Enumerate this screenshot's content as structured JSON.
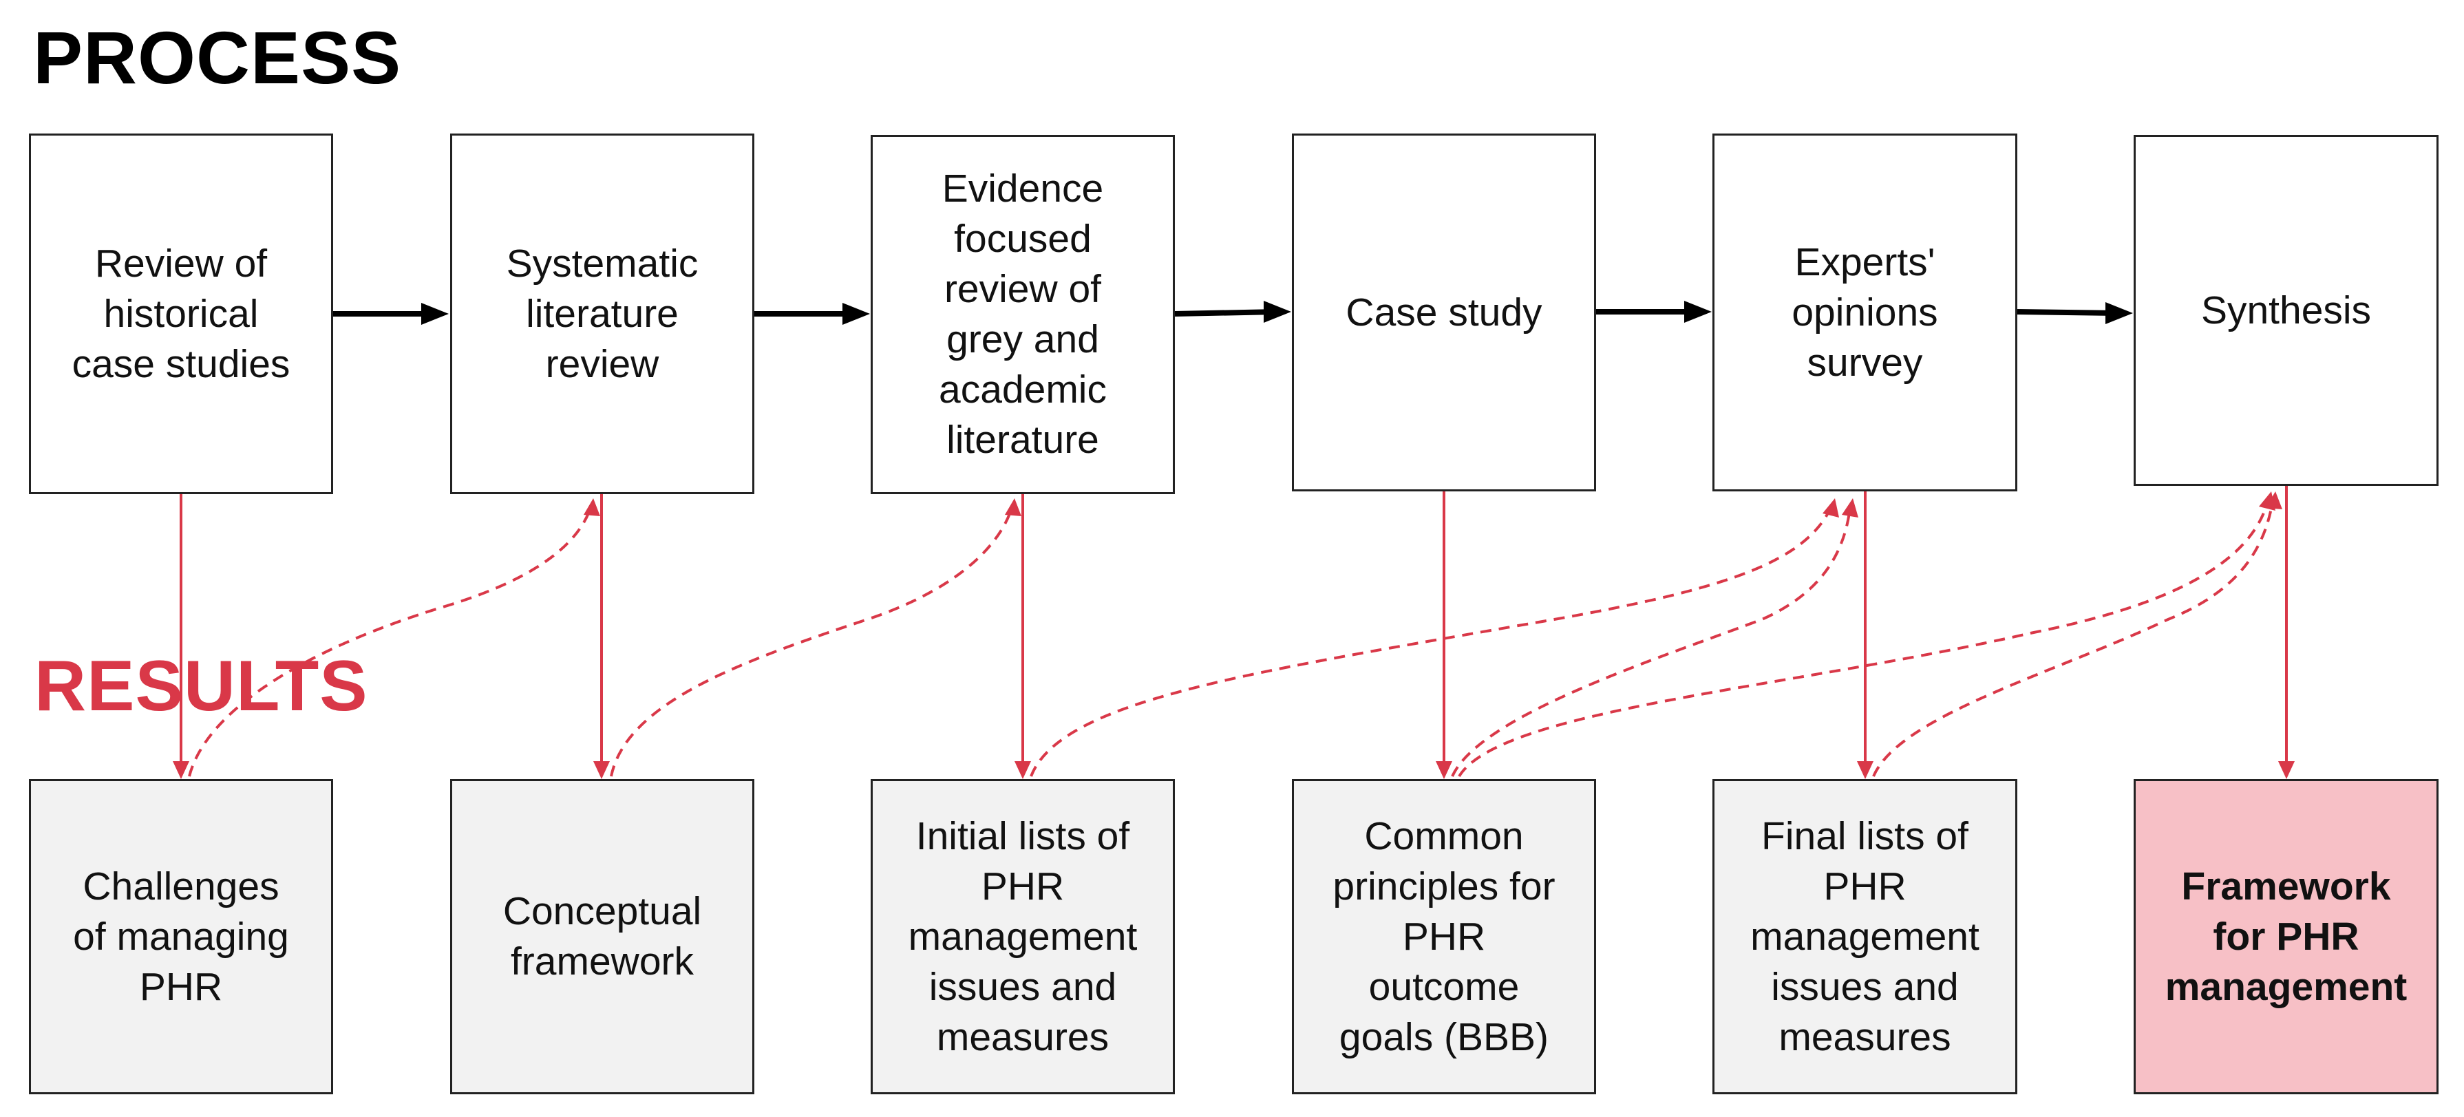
{
  "headings": {
    "process": "PROCESS",
    "results": "RESULTS"
  },
  "colors": {
    "text": "#000000",
    "results_accent": "#d93848",
    "box_border": "#222222",
    "process_box_fill": "#ffffff",
    "result_box_fill": "#f2f2f2",
    "final_result_fill": "#f7c0c6",
    "arrow_black": "#000000",
    "arrow_red": "#d93848"
  },
  "process_steps": [
    {
      "label": "Review of\nhistorical\ncase studies"
    },
    {
      "label": "Systematic\nliterature\nreview"
    },
    {
      "label": "Evidence\nfocused\nreview of\ngrey and\nacademic\nliterature"
    },
    {
      "label": "Case study"
    },
    {
      "label": "Experts'\nopinions\nsurvey"
    },
    {
      "label": "Synthesis"
    }
  ],
  "results": [
    {
      "label": "Challenges\nof managing\nPHR"
    },
    {
      "label": "Conceptual\nframework"
    },
    {
      "label": "Initial lists of\nPHR\nmanagement\nissues and\nmeasures"
    },
    {
      "label": "Common\nprinciples for\nPHR\noutcome\ngoals (BBB)"
    },
    {
      "label": "Final lists of\nPHR\nmanagement\nissues and\nmeasures"
    },
    {
      "label": "Framework\nfor  PHR\nmanagement"
    }
  ],
  "flow": {
    "process_sequence": "left-to-right",
    "result_feeds": [
      {
        "from_result": 0,
        "to_process": 1
      },
      {
        "from_result": 1,
        "to_process": 2
      },
      {
        "from_result": 2,
        "to_process": 4
      },
      {
        "from_result": 3,
        "to_process": 4
      },
      {
        "from_result": 3,
        "to_process": 5
      },
      {
        "from_result": 4,
        "to_process": 5
      }
    ]
  }
}
